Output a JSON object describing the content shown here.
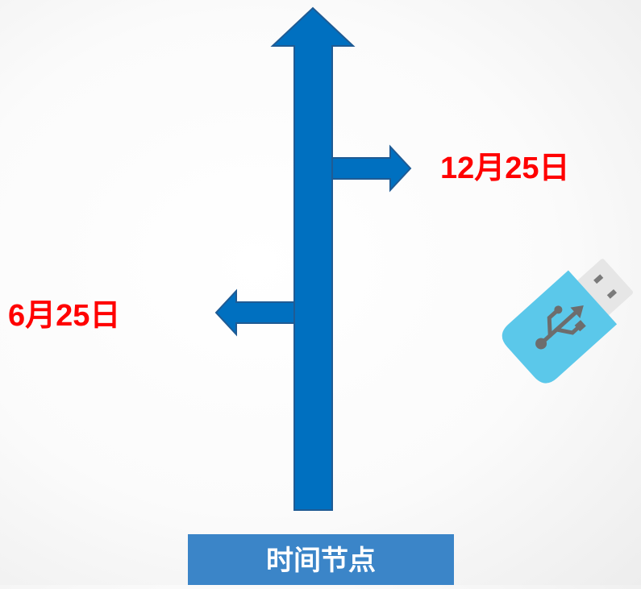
{
  "timeline": {
    "milestones": [
      {
        "label": "12月25日",
        "direction": "right"
      },
      {
        "label": "6月25日",
        "direction": "left"
      }
    ],
    "caption": "时间节点"
  },
  "colors": {
    "arrow_fill": "#0070c0",
    "arrow_stroke": "#1f5b94",
    "date_text": "#ff0000",
    "caption_bg": "#3b85c8",
    "caption_text": "#ffffff",
    "usb_body": "#5bc8ea",
    "usb_cap": "#e6e6e6",
    "usb_symbol": "#6d6d6d"
  },
  "icons": {
    "usb_drive": "usb-drive-icon",
    "usb_symbol": "usb-symbol-icon"
  }
}
